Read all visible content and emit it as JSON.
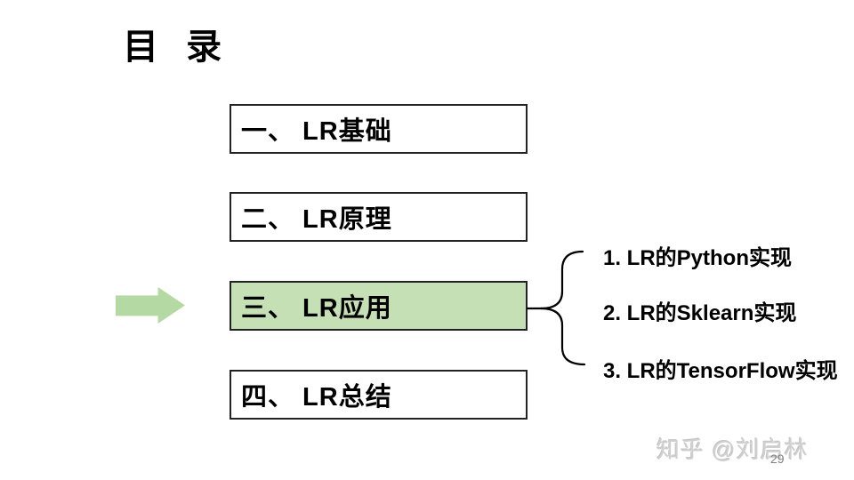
{
  "slide": {
    "title": "目 录",
    "page_number": "29",
    "watermark": "知乎 @刘启林"
  },
  "toc": {
    "items": [
      {
        "label": "一、 LR基础",
        "highlighted": false
      },
      {
        "label": "二、 LR原理",
        "highlighted": false
      },
      {
        "label": "三、 LR应用",
        "highlighted": true
      },
      {
        "label": "四、 LR总结",
        "highlighted": false
      }
    ]
  },
  "detail_list": {
    "items": [
      {
        "label": "1. LR的Python实现"
      },
      {
        "label": "2. LR的Sklearn实现"
      },
      {
        "label": "3. LR的TensorFlow实现"
      }
    ]
  },
  "icons": {
    "arrow": "right-block-arrow",
    "brace": "left-curly-brace"
  },
  "colors": {
    "background": "#ffffff",
    "text": "#000000",
    "box_border": "#222222",
    "highlight_fill": "#c5e0b4",
    "arrow_fill": "#b5d9a3",
    "watermark": "#d0d0d0",
    "page_number": "#7f7f7f"
  }
}
